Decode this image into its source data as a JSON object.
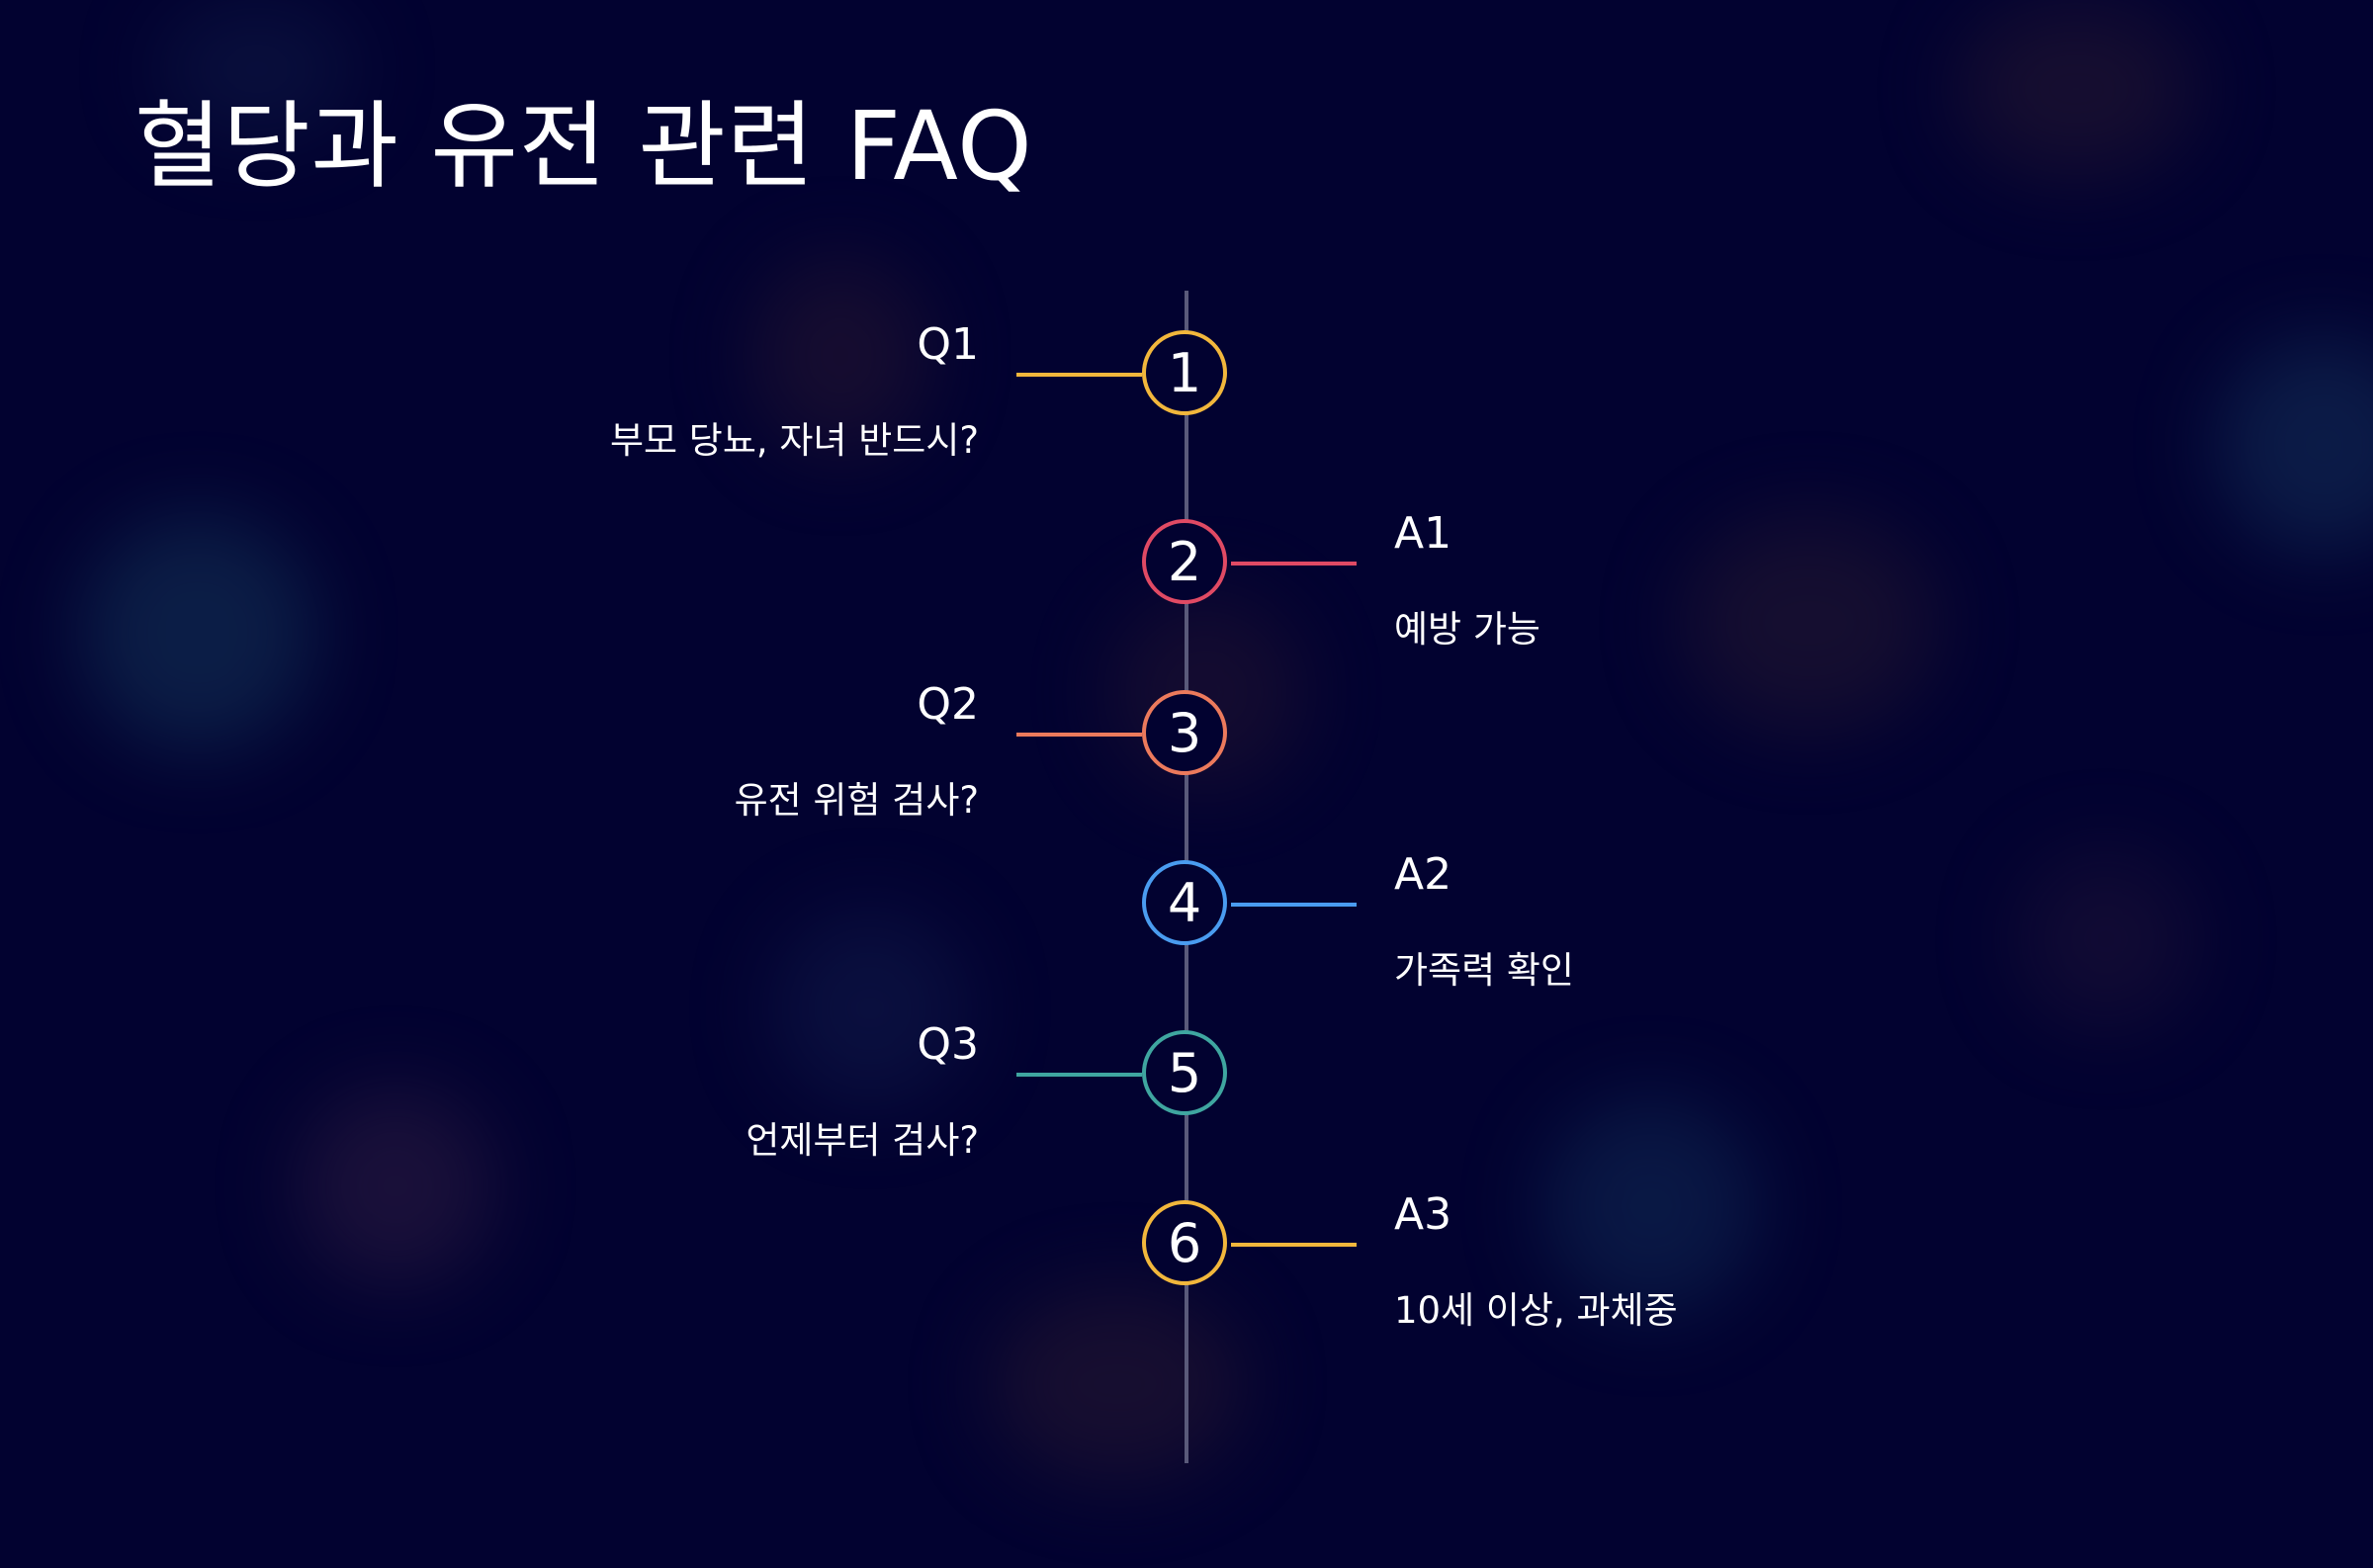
{
  "title": "혈당과 유전 관련 FAQ",
  "colors": {
    "background": "#020230",
    "axis": "#5a5a7a",
    "yellow": "#f2b73c",
    "red": "#e04a64",
    "orange": "#ec7a5c",
    "blue": "#4a9cf0",
    "teal": "#3fa6a0"
  },
  "items": [
    {
      "number": "1",
      "label": "Q1",
      "text": "부모 당뇨, 자녀 반드시?",
      "side": "left",
      "color": "#f2b73c"
    },
    {
      "number": "2",
      "label": "A1",
      "text": "예방 가능",
      "side": "right",
      "color": "#e04a64"
    },
    {
      "number": "3",
      "label": "Q2",
      "text": "유전 위험 검사?",
      "side": "left",
      "color": "#ec7a5c"
    },
    {
      "number": "4",
      "label": "A2",
      "text": "가족력 확인",
      "side": "right",
      "color": "#4a9cf0"
    },
    {
      "number": "5",
      "label": "Q3",
      "text": "언제부터 검사?",
      "side": "left",
      "color": "#3fa6a0"
    },
    {
      "number": "6",
      "label": "A3",
      "text": "10세 이상, 과체중",
      "side": "right",
      "color": "#f2b73c"
    }
  ]
}
